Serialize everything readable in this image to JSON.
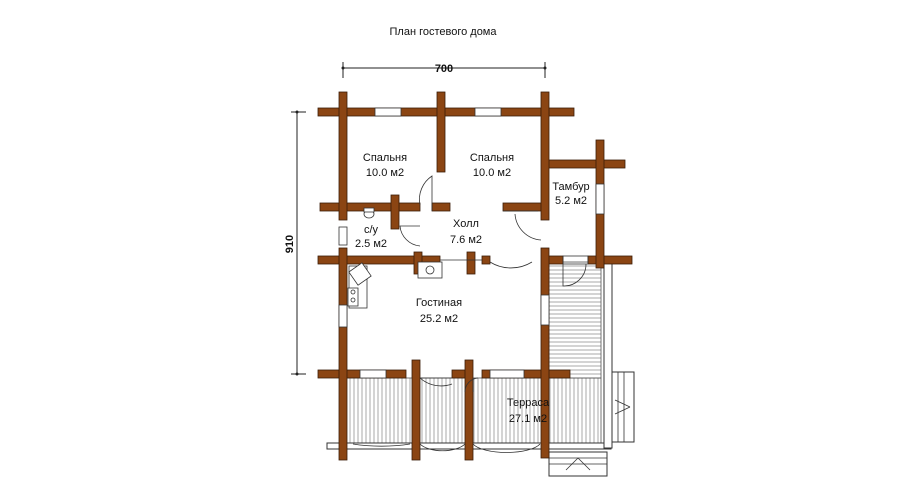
{
  "title": "План гостевого дома",
  "dimensions": {
    "width": "700",
    "height": "910"
  },
  "rooms": [
    {
      "name": "Спальня",
      "area": "10.0 м2"
    },
    {
      "name": "Спальня",
      "area": "10.0 м2"
    },
    {
      "name": "Тамбур",
      "area": "5.2 м2"
    },
    {
      "name": "с/у",
      "area": "2.5 м2"
    },
    {
      "name": "Холл",
      "area": "7.6 м2"
    },
    {
      "name": "Гостиная",
      "area": "25.2 м2"
    },
    {
      "name": "Терраса",
      "area": "27.1 м2"
    }
  ],
  "colors": {
    "wall": "#8B4513",
    "line": "#222222",
    "deck": "#9a9a9a"
  }
}
